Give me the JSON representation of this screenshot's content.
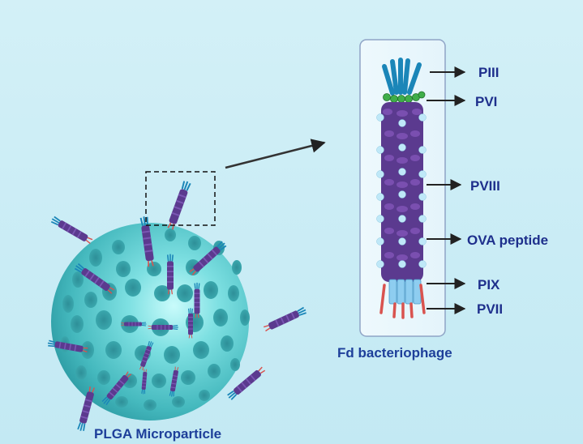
{
  "labels": {
    "piii": "PIII",
    "pvi": "PVI",
    "pviii": "PVIII",
    "ova": "OVA peptide",
    "pix": "PIX",
    "pvii": "PVII"
  },
  "captions": {
    "phage": "Fd bacteriophage",
    "particle": "PLGA Microparticle"
  },
  "colors": {
    "sphere": "#5ccdd0",
    "coat": "#5b3a8f",
    "ova": "#bfe8f8",
    "piii": "#1b86b8",
    "pvi": "#3fae49",
    "pix": "#8ecdf0",
    "pvii": "#d9534f",
    "text": "#1e2f8c"
  }
}
